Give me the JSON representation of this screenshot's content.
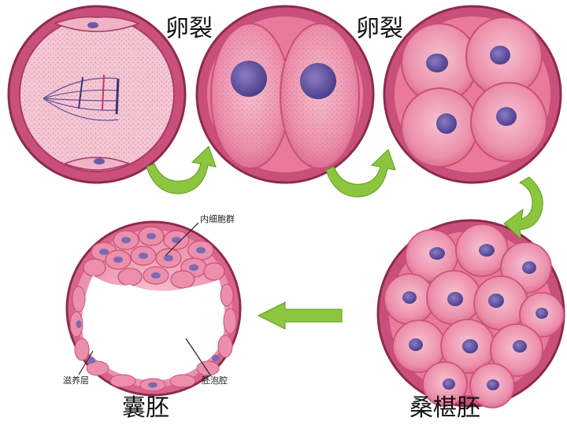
{
  "labels": {
    "cleavage_1": "卵裂",
    "cleavage_2": "卵裂",
    "morula": "桑椹胚",
    "blastocyst": "囊胚",
    "inner_cell_mass": "内细胞群",
    "trophoblast": "滋养层",
    "blastocoel": "胚泡腔"
  },
  "colors": {
    "zona": "#c9507a",
    "zona_edge": "#8e2a4e",
    "cytoplasm": "#e97a9c",
    "cell_light": "#f2a9bf",
    "nucleus": "#6b5aa8",
    "arrow_green": "#8cc63f",
    "arrow_dark": "#5e9a1e",
    "text": "#111111"
  },
  "stages": [
    "zygote-metaphase",
    "two-cell",
    "four-cell",
    "morula",
    "blastocyst"
  ]
}
